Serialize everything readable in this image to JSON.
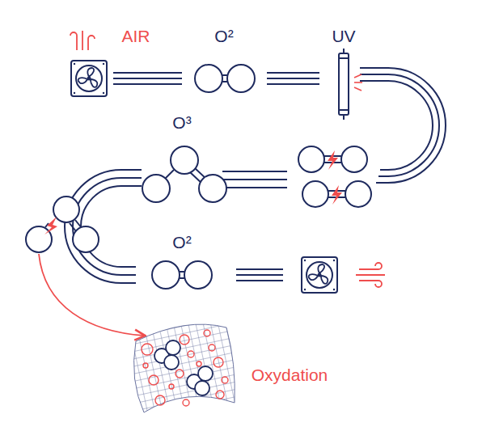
{
  "diagram": {
    "labels": [
      "AIR",
      "O²",
      "UV",
      "O³",
      "O²",
      "Oxydation"
    ]
  }
}
